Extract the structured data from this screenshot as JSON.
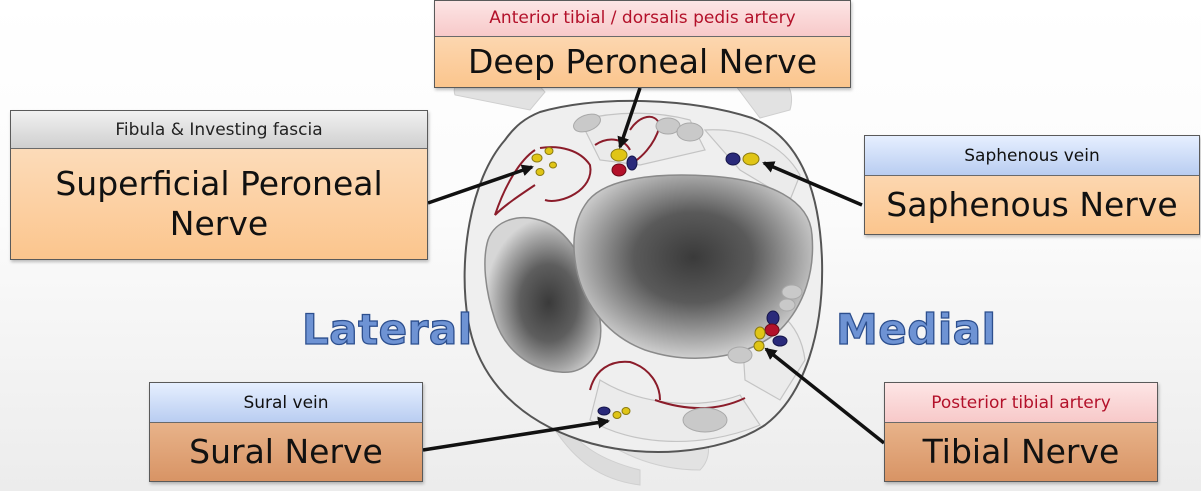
{
  "labels": {
    "deep_peroneal": {
      "artery": "Anterior tibial / dorsalis pedis artery",
      "nerve": "Deep Peroneal Nerve"
    },
    "superficial_peroneal": {
      "structure": "Fibula & Investing fascia",
      "nerve": "Superficial Peroneal Nerve"
    },
    "saphenous": {
      "vein": "Saphenous vein",
      "nerve": "Saphenous Nerve"
    },
    "sural": {
      "vein": "Sural vein",
      "nerve": "Sural Nerve"
    },
    "tibial": {
      "artery": "Posterior tibial artery",
      "nerve": "Tibial Nerve"
    }
  },
  "orientation": {
    "lateral": "Lateral",
    "medial": "Medial"
  },
  "colors": {
    "nerve": "#e0c516",
    "vein": "#2a2a7a",
    "artery": "#b3112a",
    "fascia_line": "#8b1c2a",
    "orientation_text": "#6e93d4"
  }
}
